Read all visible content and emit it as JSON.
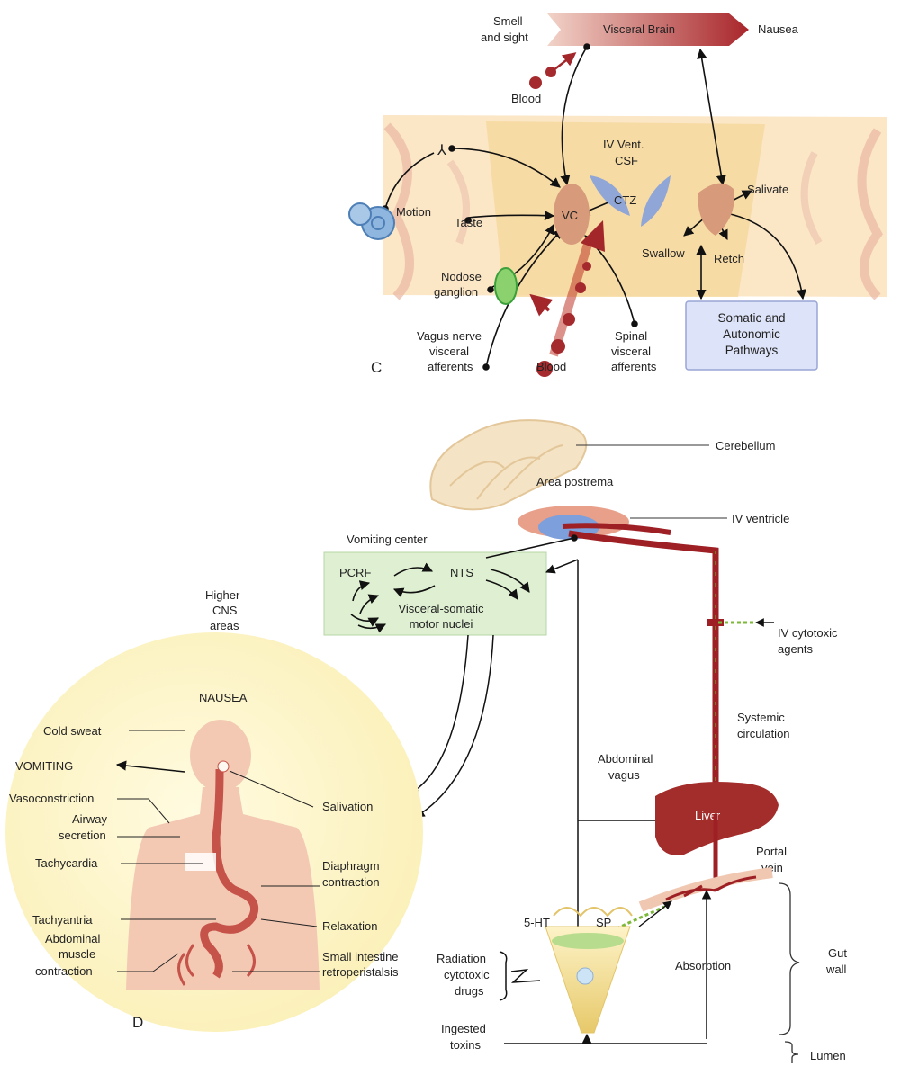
{
  "panel_c": {
    "letter": "C",
    "smell_sight": [
      "Smell",
      "and sight"
    ],
    "visceral_brain": "Visceral Brain",
    "nausea": "Nausea",
    "blood_top": "Blood",
    "iv_vent_csf": [
      "IV Vent.",
      "CSF"
    ],
    "vc": "VC",
    "ctz": "CTZ",
    "salivate": "Salivate",
    "motion": "Motion",
    "taste": "Taste",
    "swallow": "Swallow",
    "retch": "Retch",
    "nodose_ganglion": [
      "Nodose",
      "ganglion"
    ],
    "vagus_afferents": [
      "Vagus nerve",
      "visceral",
      "afferents"
    ],
    "blood_bottom": "Blood",
    "spinal_afferents": [
      "Spinal",
      "visceral",
      "afferents"
    ],
    "somatic_pathways": [
      "Somatic and",
      "Autonomic",
      "Pathways"
    ]
  },
  "panel_d": {
    "letter": "D",
    "cerebellum": "Cerebellum",
    "area_postrema": "Area postrema",
    "iv_ventricle": "IV ventricle",
    "vomiting_center": "Vomiting center",
    "pcrf": "PCRF",
    "nts": "NTS",
    "visceral_somatic": [
      "Visceral-somatic",
      "motor nuclei"
    ],
    "higher_cns": [
      "Higher",
      "CNS",
      "areas"
    ],
    "nausea": "NAUSEA",
    "iv_cytotoxic": [
      "IV cytotoxic",
      "agents"
    ],
    "systemic_circulation": [
      "Systemic",
      "circulation"
    ],
    "abdominal_vagus": [
      "Abdominal",
      "vagus"
    ],
    "liver": "Liver",
    "portal_vein": [
      "Portal",
      "vein"
    ],
    "cold_sweat": "Cold sweat",
    "vomiting": "VOMITING",
    "vasoconstriction": "Vasoconstriction",
    "airway_secretion": [
      "Airway",
      "secretion"
    ],
    "salivation": "Salivation",
    "tachycardia": "Tachycardia",
    "diaphragm": [
      "Diaphragm",
      "contraction"
    ],
    "tachyantria": "Tachyantria",
    "relaxation": "Relaxation",
    "abdominal_muscle": [
      "Abdominal",
      "muscle",
      "contraction"
    ],
    "small_intestine": [
      "Small intestine",
      "retroperistalsis"
    ],
    "five_ht": "5-HT",
    "sp": "SP",
    "gut_wall": [
      "Gut",
      "wall"
    ],
    "radiation": [
      "Radiation",
      "cytotoxic",
      "drugs"
    ],
    "absorption": "Absorption",
    "ingested_toxins": [
      "Ingested",
      "toxins"
    ],
    "lumen": "Lumen"
  }
}
